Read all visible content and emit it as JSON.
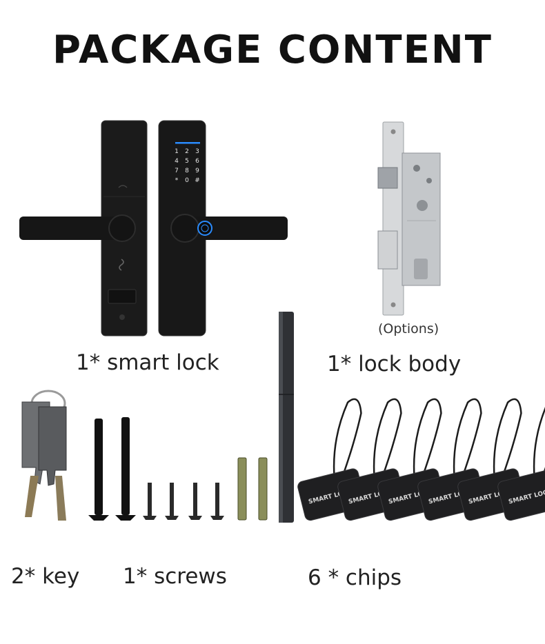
{
  "title": "PACKAGE CONTENT",
  "items": {
    "smart_lock": "1* smart lock",
    "lock_body": "1* lock body",
    "options": "(Options)",
    "key": "2* key",
    "screws": "1* screws",
    "chips": "6  * chips"
  },
  "keypad": [
    "1",
    "2",
    "3",
    "4",
    "5",
    "6",
    "7",
    "8",
    "9",
    "*",
    "0",
    "#"
  ],
  "chip_label": "SMART LOCK",
  "colors": {
    "lock_body_black": "#1a1a1a",
    "metal": "#c9cbcd",
    "accent_blue": "#2a8cff"
  }
}
